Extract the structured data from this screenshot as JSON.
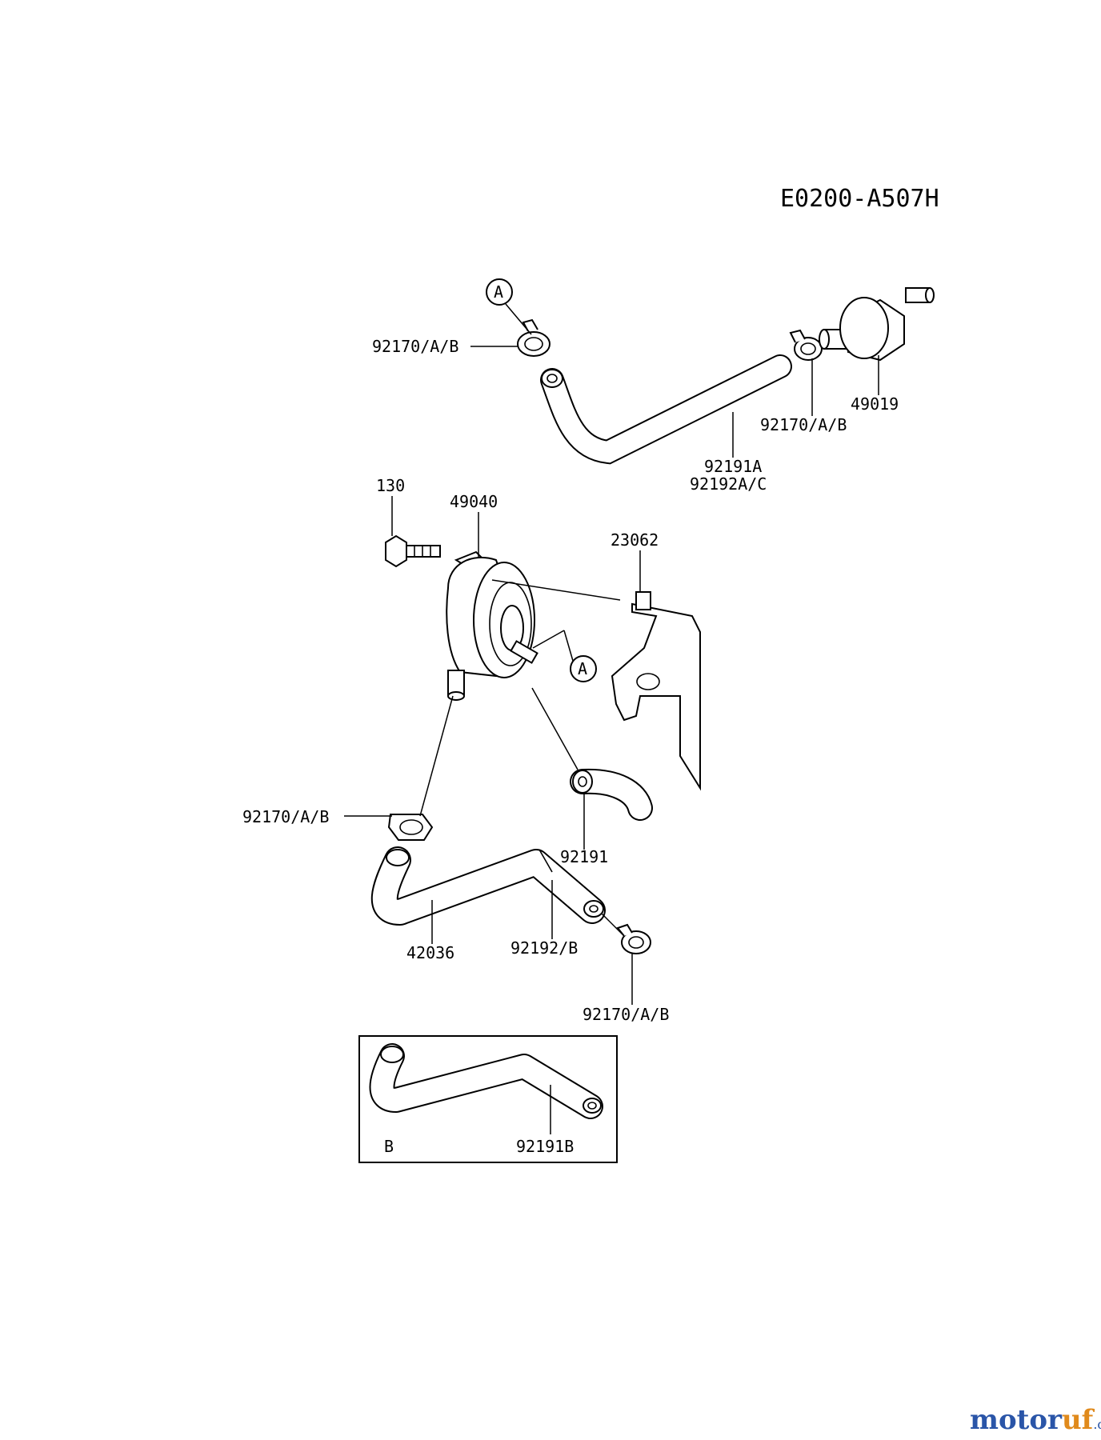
{
  "diagram_code": "E0200-A507H",
  "callouts": {
    "clamp_top_left": "92170/A/B",
    "clamp_top_right": "92170/A/B",
    "filter": "49019",
    "hose_top_line1": "92191A",
    "hose_top_line2": "92192A/C",
    "bolt": "130",
    "pump": "49040",
    "bracket": "23062",
    "clamp_mid_left": "92170/A/B",
    "hose_short": "92191",
    "hose_bottom": "42036",
    "hose_sleeve": "92192/B",
    "clamp_bottom": "92170/A/B",
    "inset_hose": "92191B"
  },
  "refs": {
    "ref_a_top": "A",
    "ref_a_mid": "A",
    "inset_b": "B"
  },
  "watermark": {
    "part1": "motor",
    "part2": "uf",
    "suffix": ".de"
  }
}
